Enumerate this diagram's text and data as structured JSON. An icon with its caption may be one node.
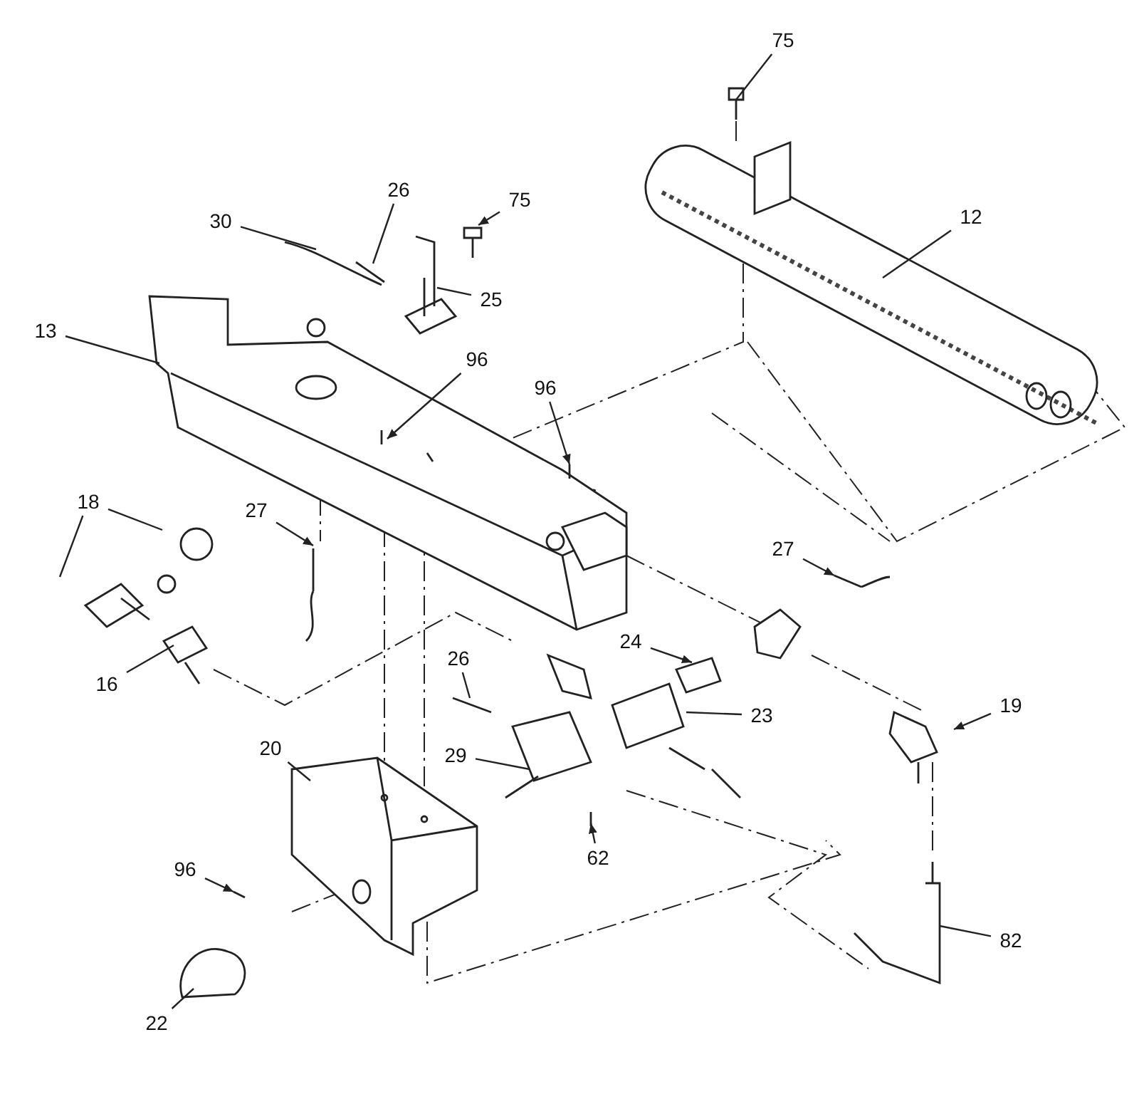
{
  "diagram": {
    "nodes": [
      {
        "text": [
          "75"
        ]
      },
      {
        "text": [
          "12"
        ]
      },
      {
        "text": [
          "30"
        ]
      },
      {
        "text": [
          "26"
        ]
      },
      {
        "text": [
          "75"
        ]
      },
      {
        "text": [
          "25"
        ]
      },
      {
        "text": [
          "13"
        ]
      },
      {
        "text": [
          "96"
        ]
      },
      {
        "text": [
          "96"
        ]
      },
      {
        "text": [
          "18"
        ]
      },
      {
        "text": [
          "27"
        ]
      },
      {
        "text": [
          "27"
        ]
      },
      {
        "text": [
          "16"
        ]
      },
      {
        "text": [
          "24"
        ]
      },
      {
        "text": [
          "23"
        ]
      },
      {
        "text": [
          "19"
        ]
      },
      {
        "text": [
          "26"
        ]
      },
      {
        "text": [
          "20"
        ]
      },
      {
        "text": [
          "29"
        ]
      },
      {
        "text": [
          "62"
        ]
      },
      {
        "text": [
          "96"
        ]
      },
      {
        "text": [
          "82"
        ]
      },
      {
        "text": [
          "22"
        ]
      }
    ],
    "edges": [
      {
        "from": 0,
        "to": null,
        "arrow": "none"
      },
      {
        "from": 1,
        "to": null,
        "arrow": "none"
      },
      {
        "from": 2,
        "to": null,
        "arrow": "none"
      },
      {
        "from": 3,
        "to": null,
        "arrow": "none"
      },
      {
        "from": 4,
        "to": null,
        "arrow": "to"
      },
      {
        "from": 5,
        "to": null,
        "arrow": "none"
      },
      {
        "from": 6,
        "to": null,
        "arrow": "none"
      },
      {
        "from": 7,
        "to": null,
        "arrow": "to"
      },
      {
        "from": 8,
        "to": null,
        "arrow": "to"
      },
      {
        "from": 9,
        "to": null,
        "arrow": "none"
      },
      {
        "from": 9,
        "to": null,
        "arrow": "none"
      },
      {
        "from": 10,
        "to": null,
        "arrow": "to"
      },
      {
        "from": 11,
        "to": null,
        "arrow": "to"
      },
      {
        "from": 12,
        "to": null,
        "arrow": "none"
      },
      {
        "from": 13,
        "to": null,
        "arrow": "to"
      },
      {
        "from": 14,
        "to": null,
        "arrow": "none"
      },
      {
        "from": 15,
        "to": null,
        "arrow": "to"
      },
      {
        "from": 16,
        "to": null,
        "arrow": "none"
      },
      {
        "from": 17,
        "to": null,
        "arrow": "none"
      },
      {
        "from": 18,
        "to": null,
        "arrow": "none"
      },
      {
        "from": 19,
        "to": null,
        "arrow": "to"
      },
      {
        "from": 20,
        "to": null,
        "arrow": "to"
      },
      {
        "from": 21,
        "to": null,
        "arrow": "none"
      },
      {
        "from": 22,
        "to": null,
        "arrow": "none"
      }
    ]
  }
}
